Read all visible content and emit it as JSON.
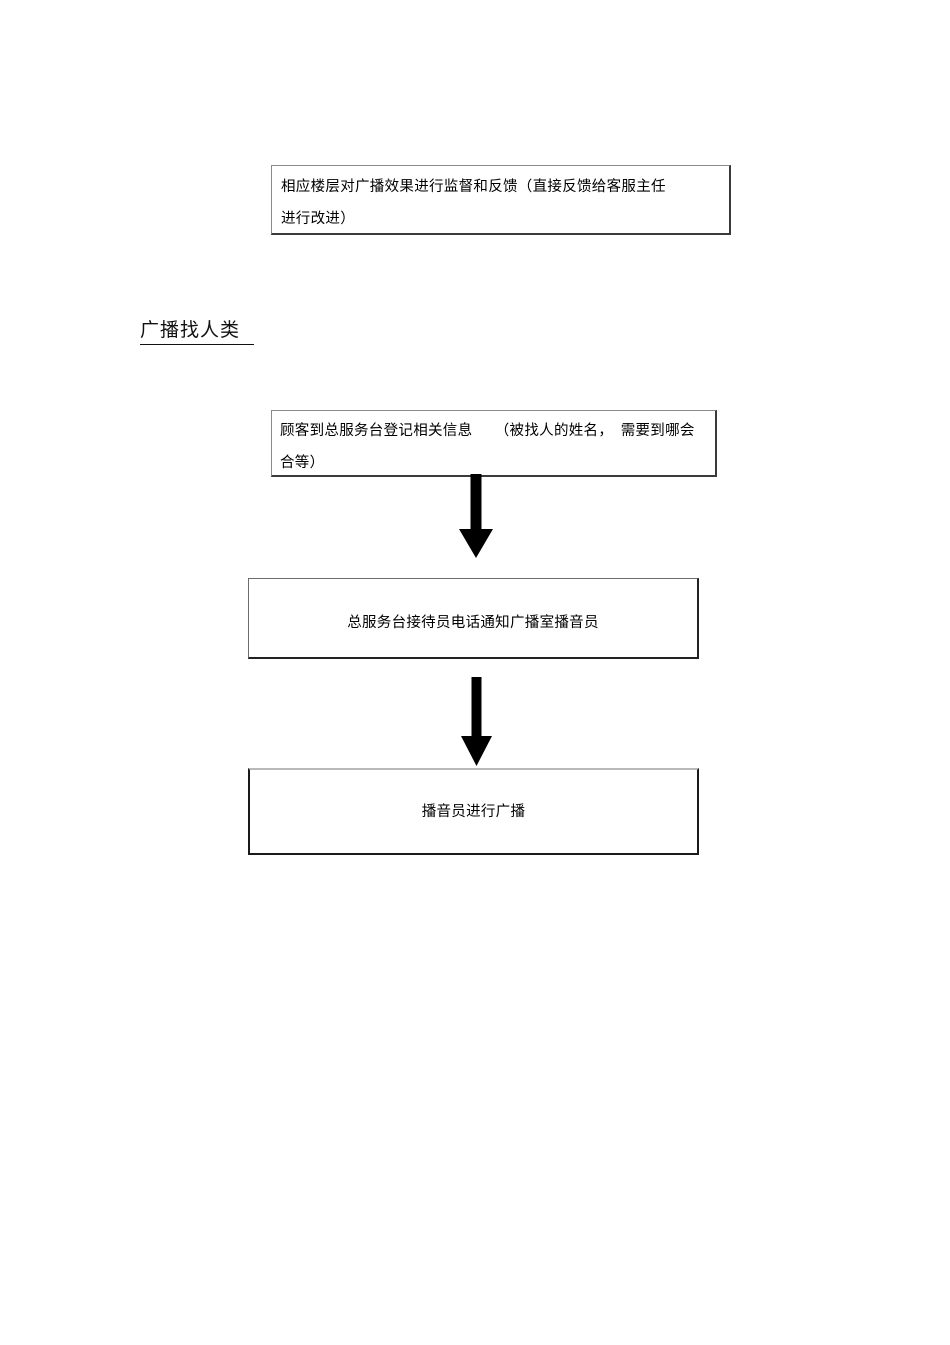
{
  "document": {
    "page_background": "#ffffff",
    "text_color": "#000000",
    "box_border_color": "#3a3a3a"
  },
  "section": {
    "heading": "广播找人类"
  },
  "boxes": {
    "feedback": {
      "text": "相应楼层对广播效果进行监督和反馈（直接反馈给客服主任\n进行改进）"
    },
    "register": {
      "text": "顾客到总服务台登记相关信息　　（被找人的姓名，　需要到哪会\n合等）"
    },
    "notify": {
      "text": "总服务台接待员电话通知广播室播音员"
    },
    "broadcast": {
      "text": "播音员进行广播"
    }
  },
  "arrows": [
    {
      "name": "register-to-notify",
      "direction": "down",
      "color": "#000000"
    },
    {
      "name": "notify-to-broadcast",
      "direction": "down",
      "color": "#000000"
    }
  ]
}
